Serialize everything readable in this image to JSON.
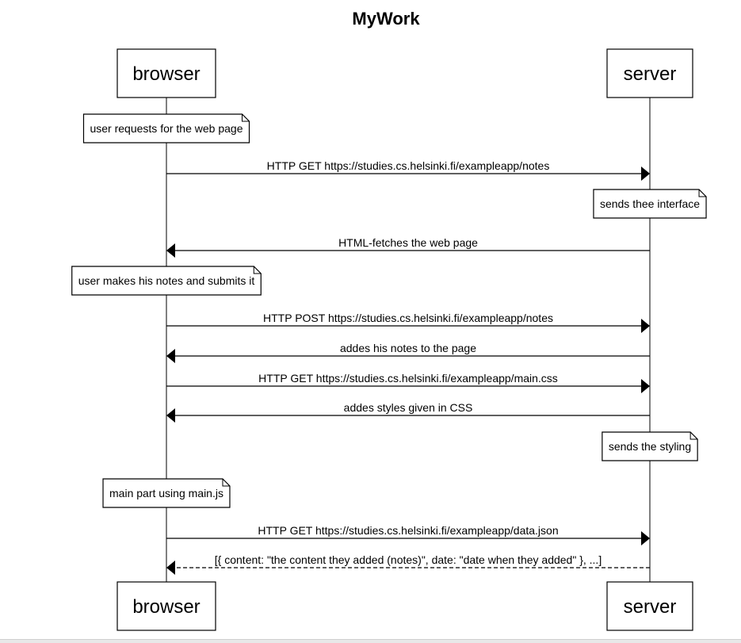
{
  "diagram": {
    "title": "MyWork",
    "participants": [
      {
        "id": "browser",
        "label": "browser"
      },
      {
        "id": "server",
        "label": "server"
      }
    ],
    "steps": [
      {
        "kind": "note",
        "over": "browser",
        "text": "user requests for the web page"
      },
      {
        "kind": "message",
        "from": "browser",
        "to": "server",
        "style": "solid",
        "text": "HTTP GET https://studies.cs.helsinki.fi/exampleapp/notes"
      },
      {
        "kind": "note",
        "over": "server",
        "text": "sends thee interface"
      },
      {
        "kind": "message",
        "from": "server",
        "to": "browser",
        "style": "solid",
        "text": "HTML-fetches the web page"
      },
      {
        "kind": "note",
        "over": "browser",
        "text": "user makes his notes and submits it"
      },
      {
        "kind": "message",
        "from": "browser",
        "to": "server",
        "style": "solid",
        "text": "HTTP POST  https://studies.cs.helsinki.fi/exampleapp/notes"
      },
      {
        "kind": "message",
        "from": "server",
        "to": "browser",
        "style": "solid",
        "text": "addes his notes to the page"
      },
      {
        "kind": "message",
        "from": "browser",
        "to": "server",
        "style": "solid",
        "text": "HTTP GET https://studies.cs.helsinki.fi/exampleapp/main.css"
      },
      {
        "kind": "message",
        "from": "server",
        "to": "browser",
        "style": "solid",
        "text": "addes styles given in CSS"
      },
      {
        "kind": "note",
        "over": "server",
        "text": "sends the styling"
      },
      {
        "kind": "note",
        "over": "browser",
        "text": "main part using main.js"
      },
      {
        "kind": "message",
        "from": "browser",
        "to": "server",
        "style": "solid",
        "text": "HTTP GET https://studies.cs.helsinki.fi/exampleapp/data.json"
      },
      {
        "kind": "message",
        "from": "server",
        "to": "browser",
        "style": "dashed",
        "text": "[{ content: \"the content they added (notes)\", date: \"date when they added\" }, ...]"
      }
    ]
  }
}
